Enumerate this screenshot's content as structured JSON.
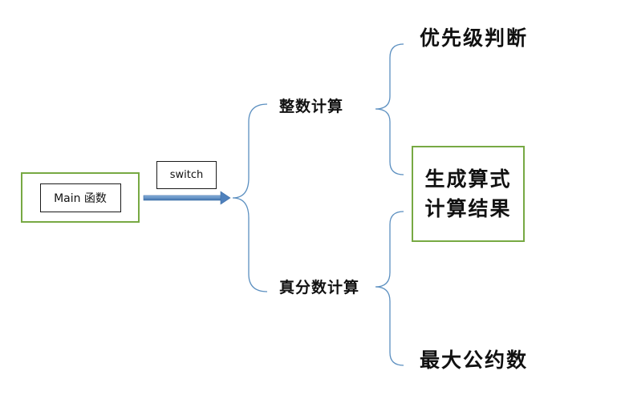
{
  "root": {
    "label": "Main 函数",
    "edge_label": "switch"
  },
  "branches": [
    {
      "label": "整数计算",
      "children": [
        "优先级判断",
        "生成算式",
        "计算结果"
      ]
    },
    {
      "label": "真分数计算",
      "children": [
        "最大公约数"
      ]
    }
  ],
  "colors": {
    "connector": "#5b8fc0",
    "arrow_fill": "#4f81bd",
    "box_border": "#77a943",
    "text": "#111111"
  }
}
